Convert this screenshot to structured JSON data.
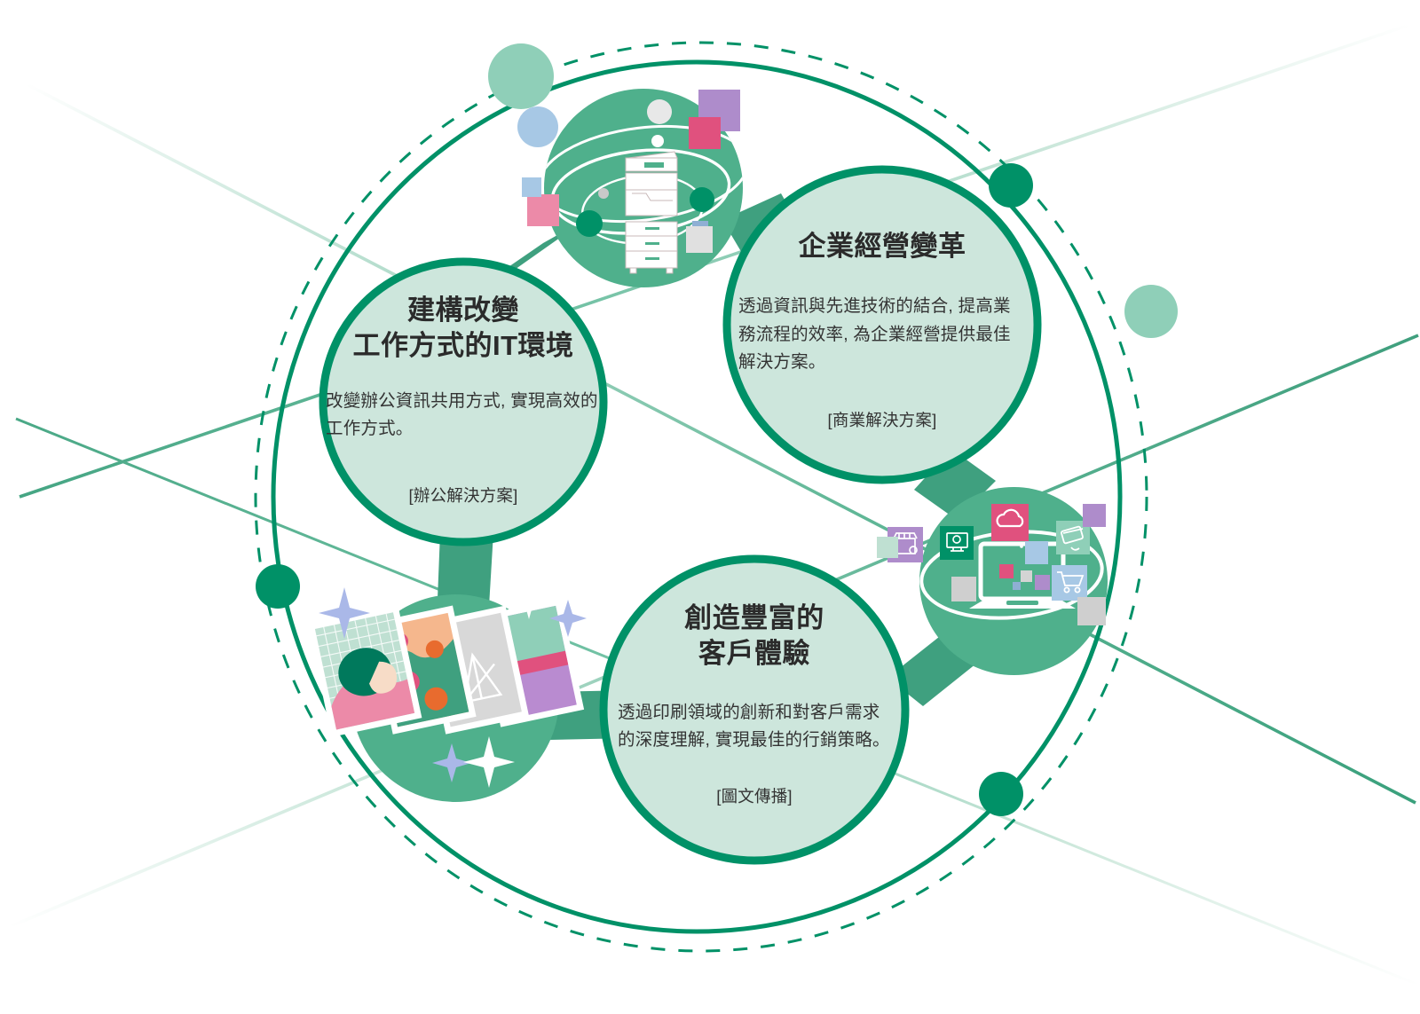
{
  "diagram": {
    "type": "concept-circle-diagram",
    "colors": {
      "ring_dark_green": "#009167",
      "node_mid_green": "#4FB08C",
      "card_fill_pale_green": "#CDE6DC",
      "accent_light_green": "#8FCFB8",
      "line_faint_green": "#6FBFA2",
      "accent_pink": "#E0517E",
      "accent_purple": "#AE8CCB",
      "accent_blue": "#A7C8E5",
      "accent_grey": "#D4D4D4",
      "text_dark": "#2B2B2B",
      "background": "#FFFFFF"
    },
    "cards": [
      {
        "id": "office",
        "title": "建構改變\n工作方式的IT環境",
        "body": "改變辦公資訊共用方式, 實現高效的\n工作方式。",
        "tag": "[辦公解決方案]"
      },
      {
        "id": "business",
        "title": "企業經營變革",
        "body": "透過資訊與先進技術的結合, 提高業\n務流程的效率, 為企業經營提供最佳\n解決方案。",
        "tag": "[商業解決方案]"
      },
      {
        "id": "graphic",
        "title": "創造豐富的\n客戶體驗",
        "body": "透過印刷領域的創新和對客戶需求\n的深度理解, 實現最佳的行銷策略。",
        "tag": "[圖文傳播]"
      }
    ],
    "illustrations": [
      {
        "id": "mfp",
        "name": "multifunction-printer-illustration"
      },
      {
        "id": "ecom",
        "name": "laptop-ecommerce-illustration"
      },
      {
        "id": "prints",
        "name": "photo-prints-person-illustration"
      }
    ],
    "decor": {
      "outer_solid_ring": "solid-circle-outline",
      "outer_dashed_ring": "dashed-circle-outline",
      "node_dots": 3,
      "pale_dots": 2,
      "crossing_lines": 4
    }
  }
}
